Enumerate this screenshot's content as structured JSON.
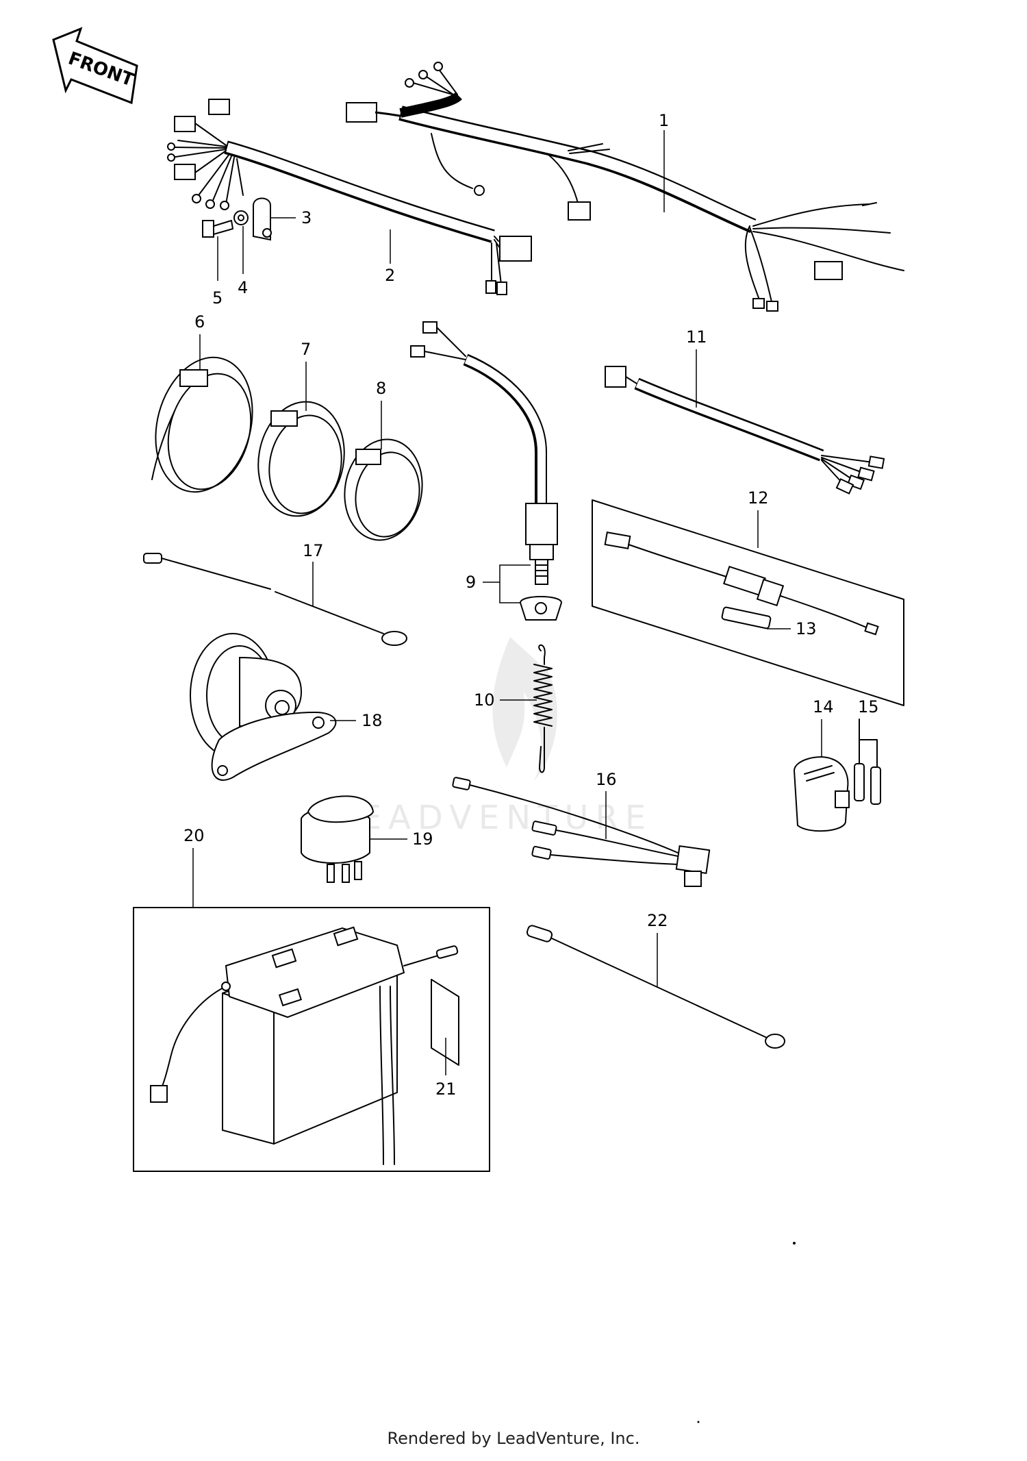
{
  "front_label": "FRONT",
  "watermark": "LEADVENTURE",
  "footer": "Rendered by LeadVenture, Inc.",
  "callouts": [
    "1",
    "2",
    "3",
    "4",
    "5",
    "6",
    "7",
    "8",
    "9",
    "10",
    "11",
    "12",
    "13",
    "14",
    "15",
    "16",
    "17",
    "18",
    "19",
    "20",
    "21",
    "22"
  ]
}
